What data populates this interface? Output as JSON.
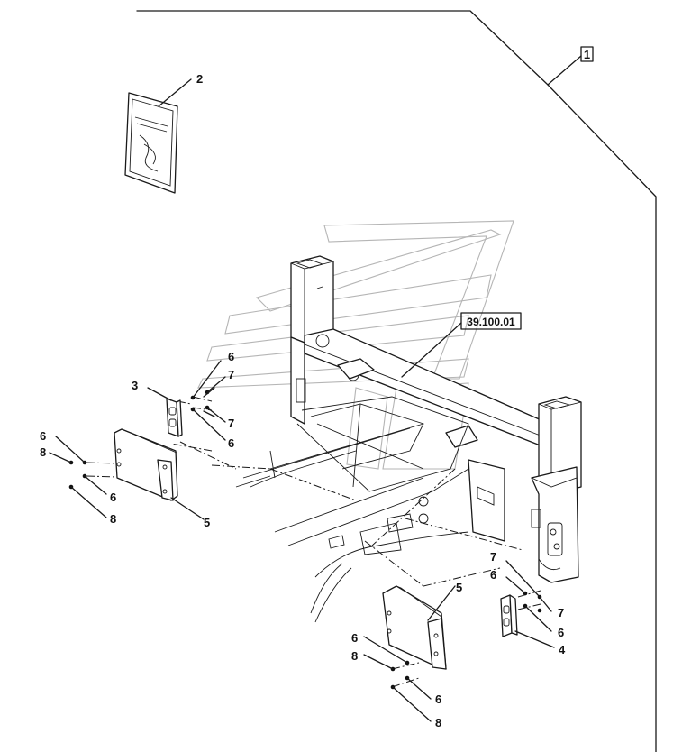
{
  "callouts": {
    "c1": "1",
    "c2": "2",
    "c3": "3",
    "c4": "4",
    "c5a": "5",
    "c5b": "5",
    "c6a": "6",
    "c6b": "6",
    "c6c": "6",
    "c6d": "6",
    "c6e": "6",
    "c6f": "6",
    "c6g": "6",
    "c6h": "6",
    "c7a": "7",
    "c7b": "7",
    "c7c": "7",
    "c7d": "7",
    "c8a": "8",
    "c8b": "8",
    "c8c": "8",
    "c8d": "8"
  },
  "reference": "39.100.01"
}
